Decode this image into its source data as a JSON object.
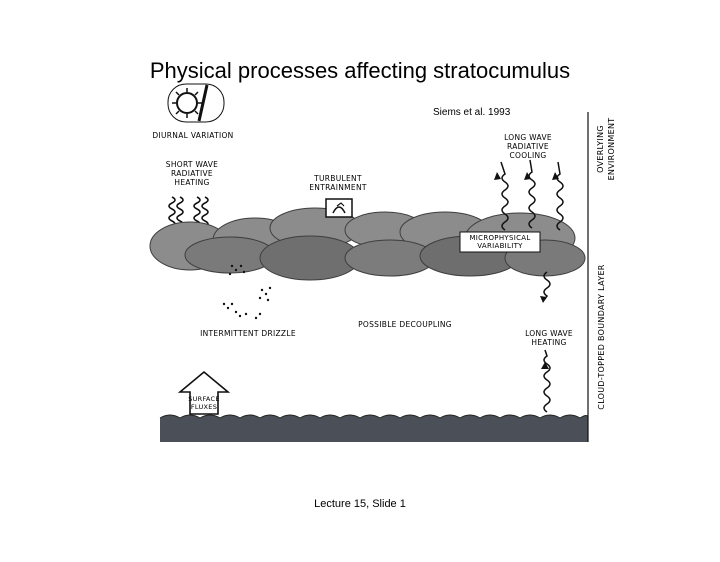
{
  "slide": {
    "title": "Physical processes affecting stratocumulus",
    "citation": "Siems et al. 1993",
    "footer": "Lecture 15, Slide 1"
  },
  "diagram": {
    "labels": {
      "diurnal": "DIURNAL VARIATION",
      "shortwave": "SHORT WAVE\nRADIATIVE\nHEATING",
      "entrainment": "TURBULENT\nENTRAINMENT",
      "lw_cooling": "LONG WAVE\nRADIATIVE\nCOOLING",
      "overlying": "OVERLYING\nENVIRONMENT",
      "microphysical": "MICROPHYSICAL\nVARIABILITY",
      "boundary_layer": "CLOUD-TOPPED BOUNDARY LAYER",
      "drizzle": "INTERMITTENT DRIZZLE",
      "decoupling": "POSSIBLE DECOUPLING",
      "lw_heating": "LONG WAVE\nHEATING",
      "surface_fluxes": "SURFACE\nFLUXES"
    },
    "colors": {
      "cloud": "#8c8c8c",
      "cloud_dark": "#5f5f5f",
      "ocean": "#4a4f58",
      "ink": "#111111"
    }
  }
}
